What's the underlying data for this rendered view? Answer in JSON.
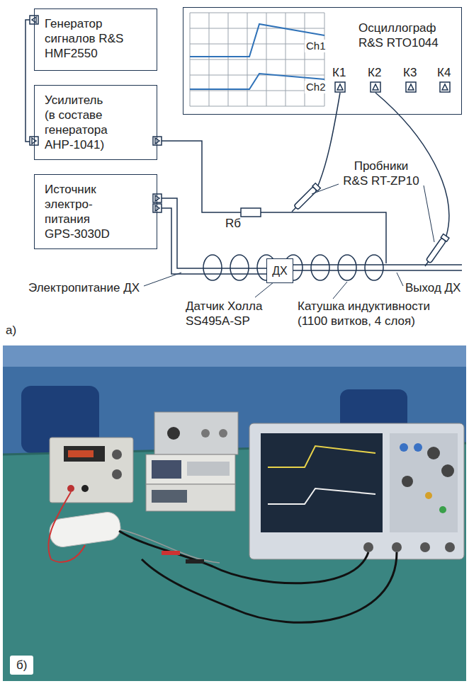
{
  "diagram": {
    "nodes": [
      {
        "text": [
          "Генератор сигналов R&S HMF2550"
        ]
      },
      {
        "text": [
          "Усилитель (в составе генератора АНР-1041)"
        ]
      },
      {
        "text": [
          "Источник электро-питания GPS-3030D"
        ]
      },
      {
        "text": [
          "Осциллограф R&S RTO1044"
        ]
      },
      {
        "text": [
          "ДХ"
        ]
      }
    ],
    "edges": [
      {
        "from": 0,
        "to": 1,
        "arrow": "none"
      },
      {
        "from": 2,
        "to": 4,
        "arrow": "none"
      }
    ],
    "labels": [
      "Ch1",
      "Ch2",
      "К1",
      "К2",
      "К3",
      "К4",
      "Пробники R&S RT-ZP10",
      "Rб",
      "Электропитание ДХ",
      "Датчик Холла SS495A-SP",
      "Катушка индуктивности (1100 витков, 4 слоя)",
      "Выход ДХ",
      "а)",
      "б)"
    ]
  }
}
